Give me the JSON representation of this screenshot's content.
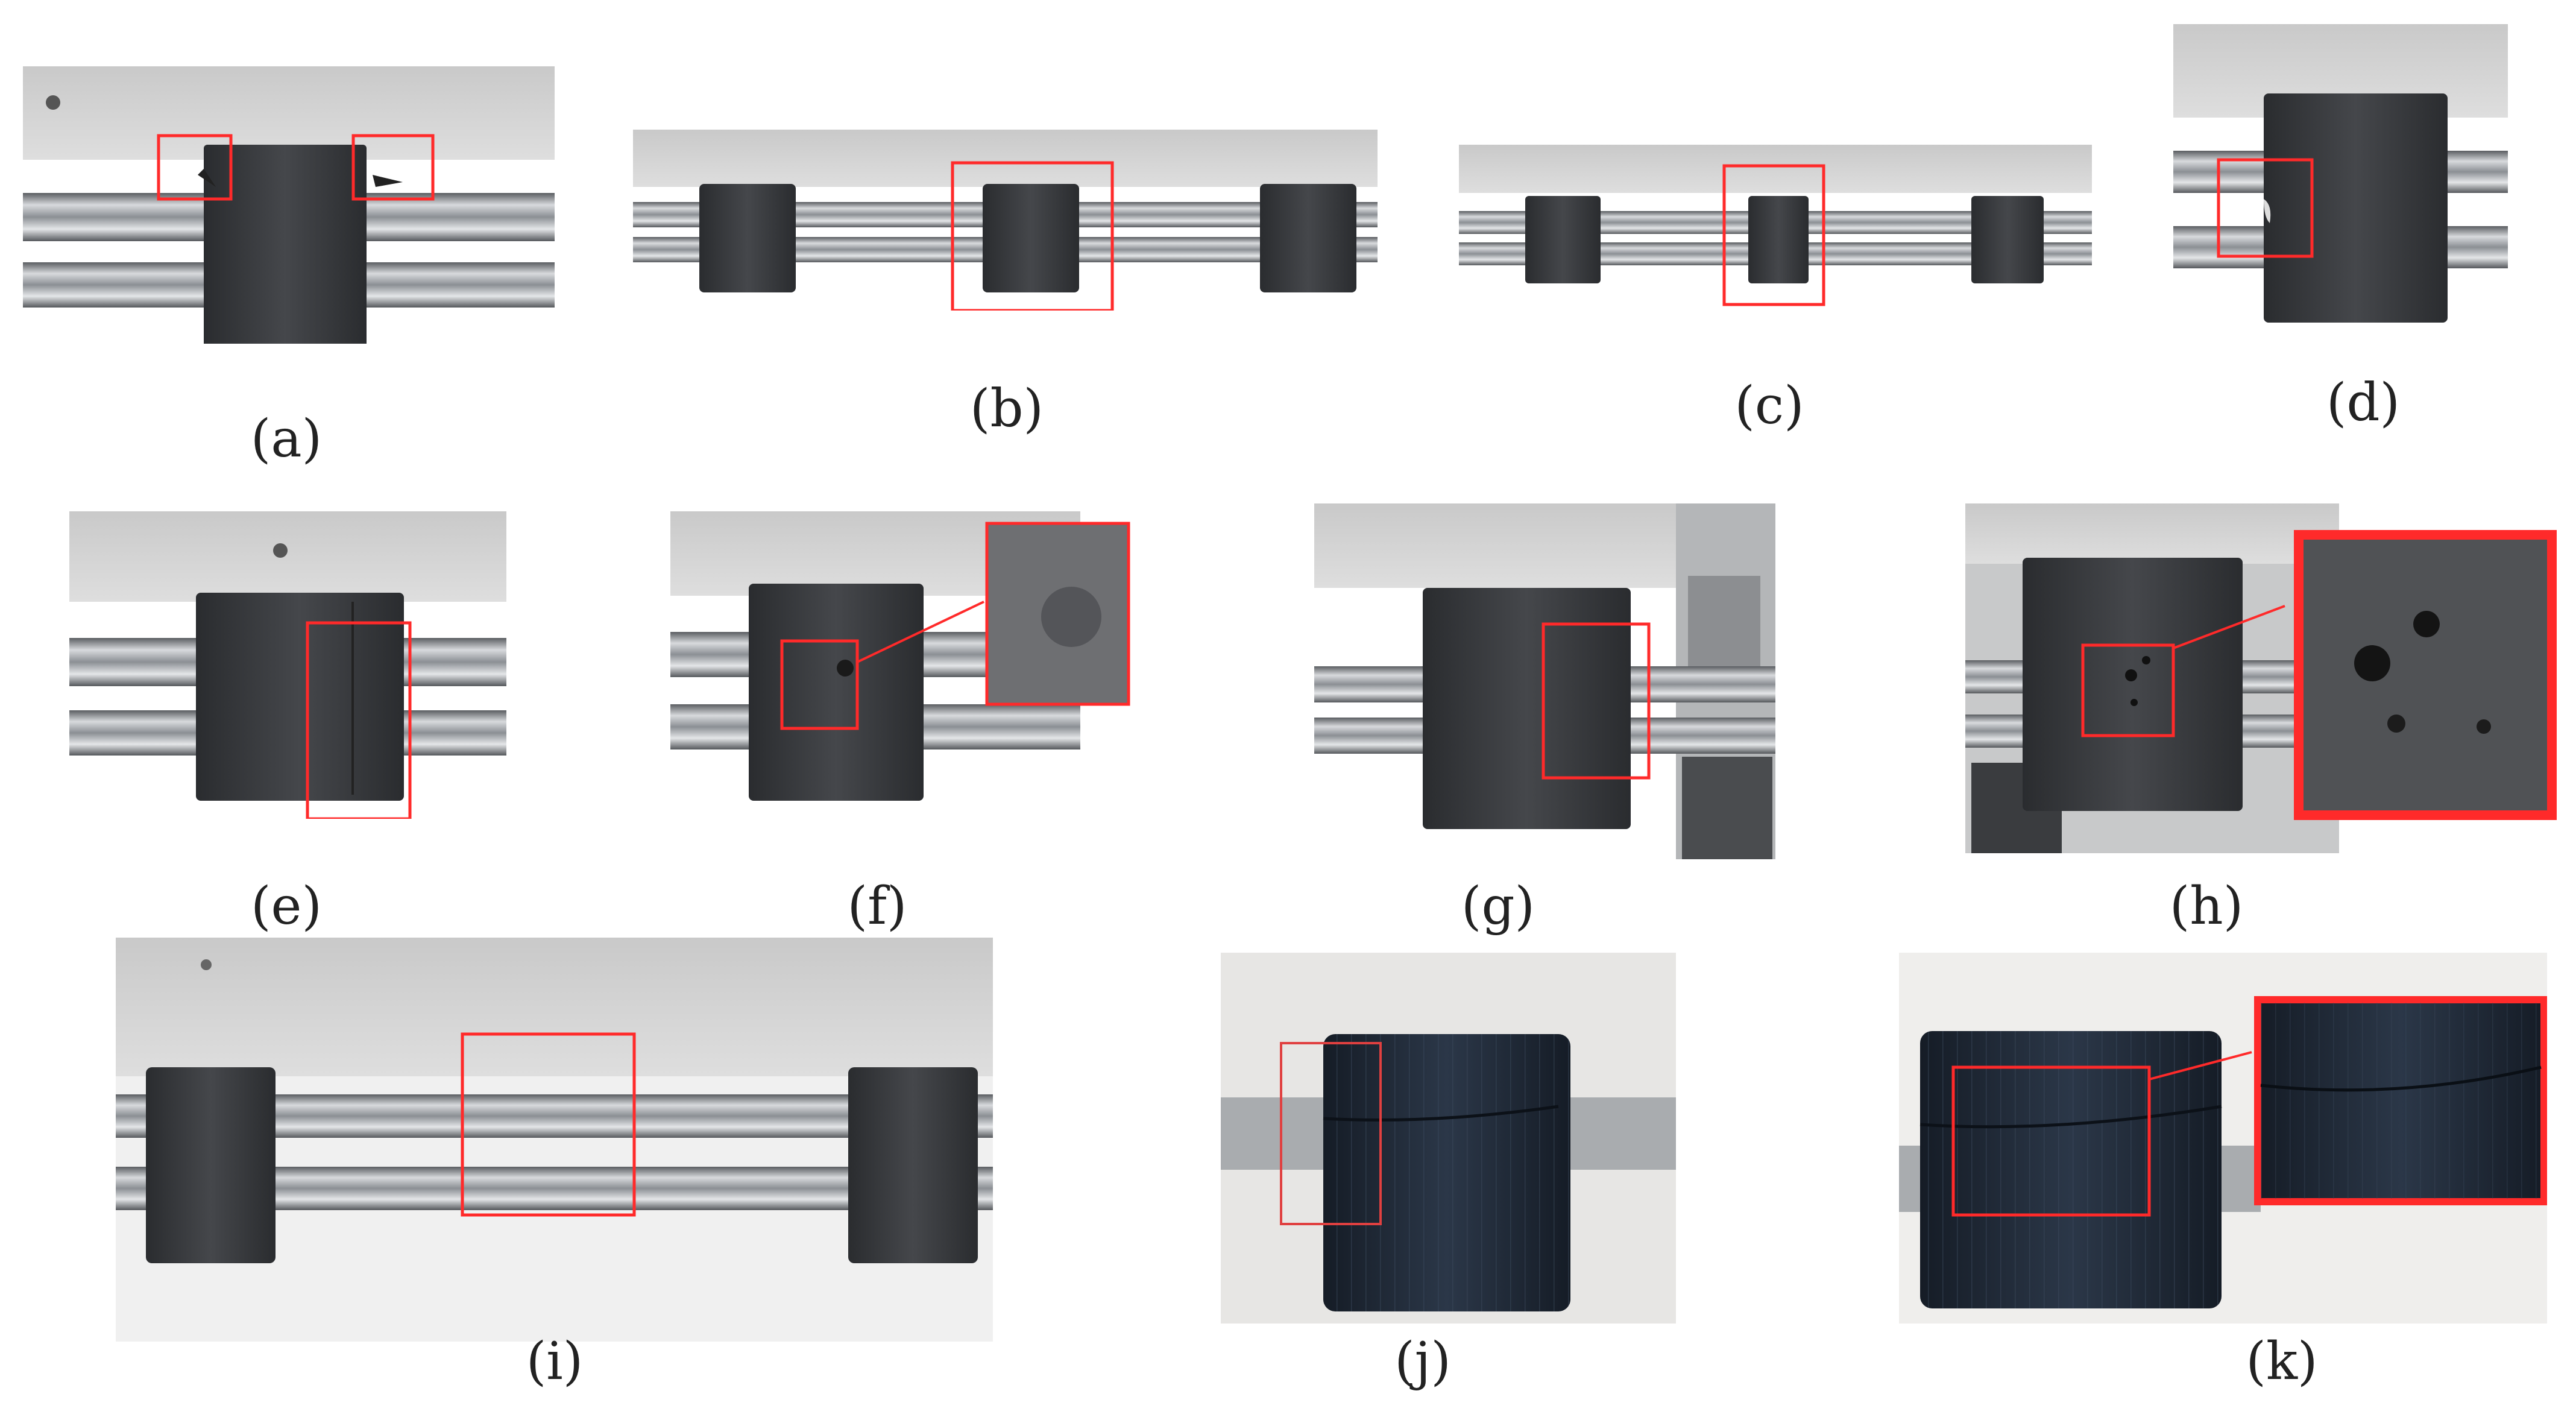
{
  "panels": [
    {
      "id": "a",
      "caption": "(a)"
    },
    {
      "id": "b",
      "caption": "(b)"
    },
    {
      "id": "c",
      "caption": "(c)"
    },
    {
      "id": "d",
      "caption": "(d)"
    },
    {
      "id": "e",
      "caption": "(e)"
    },
    {
      "id": "f",
      "caption": "(f)"
    },
    {
      "id": "g",
      "caption": "(g)"
    },
    {
      "id": "h",
      "caption": "(h)"
    },
    {
      "id": "i",
      "caption": "(i)"
    },
    {
      "id": "j",
      "caption": "(j)"
    },
    {
      "id": "k",
      "caption": "(k)"
    }
  ],
  "colors": {
    "highlight": "#ff2a2a",
    "roller": "#3b3d40",
    "roller_blue": "#1f2a38",
    "rod": "#9a9ea3",
    "background_top": "#cfcfcf"
  }
}
